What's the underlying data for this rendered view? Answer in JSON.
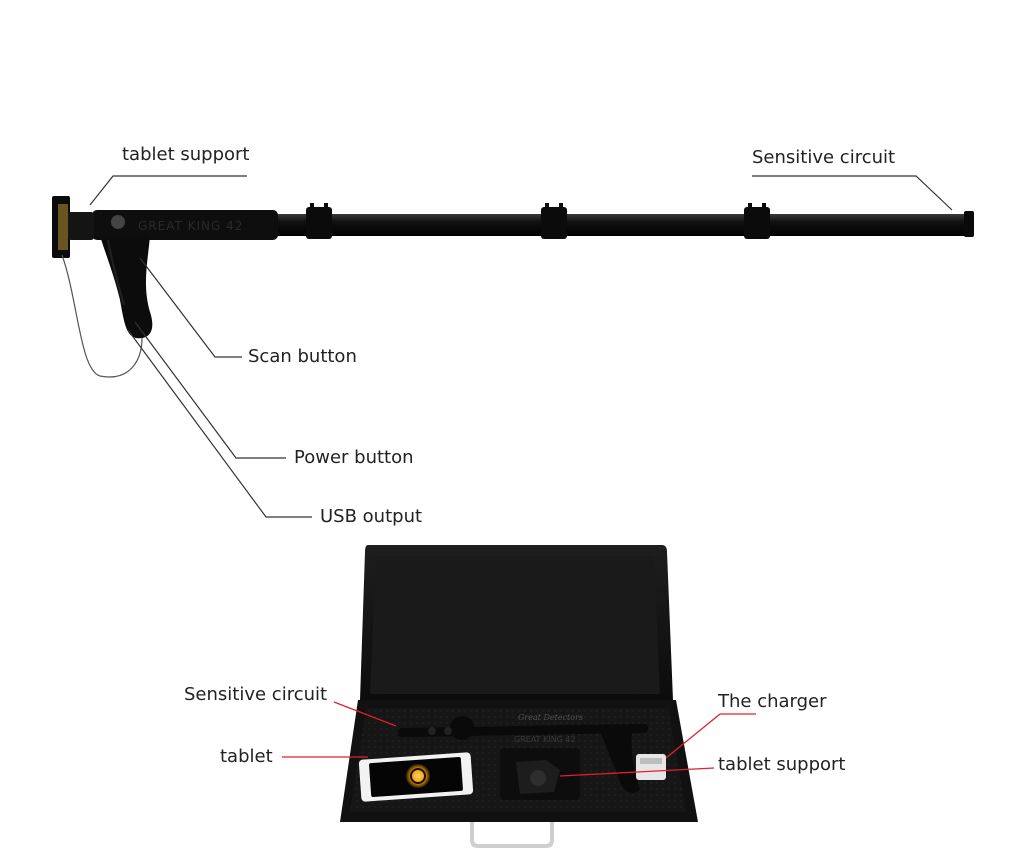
{
  "colors": {
    "background": "#ffffff",
    "device_body": "#0d0d0d",
    "case_interior": "#1a1a1a",
    "case_lid": "#151515",
    "leader_line_top": "#333333",
    "leader_line_bottom": "#e0202a",
    "tablet_logo_glow": "#f0a010"
  },
  "top_labels": {
    "tablet_support": "tablet support",
    "sensitive_circuit": "Sensitive circuit",
    "scan_button": "Scan button",
    "power_button": "Power button",
    "usb_output": "USB output"
  },
  "case_labels": {
    "sensitive_circuit": "Sensitive circuit",
    "tablet": "tablet",
    "the_charger": "The charger",
    "tablet_support": "tablet support"
  },
  "device_engravings": {
    "rod_text": "GREAT KING 42",
    "case_brand": "Great Detectors",
    "case_rod_text": "GREAT KING 42"
  },
  "icons": {
    "tablet_screen_logo": "glowing-ring-logo-icon"
  }
}
